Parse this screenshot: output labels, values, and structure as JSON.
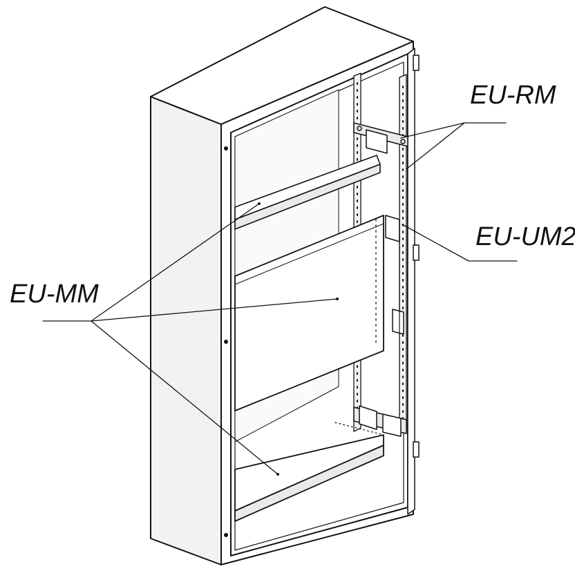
{
  "labels": {
    "rail_mount": "EU-RM",
    "upright_mount": "EU-UM2",
    "mounting_plate": "EU-MM"
  },
  "colors": {
    "line": "#111111",
    "face": "#ffffff",
    "shade": "#eaeaea"
  }
}
